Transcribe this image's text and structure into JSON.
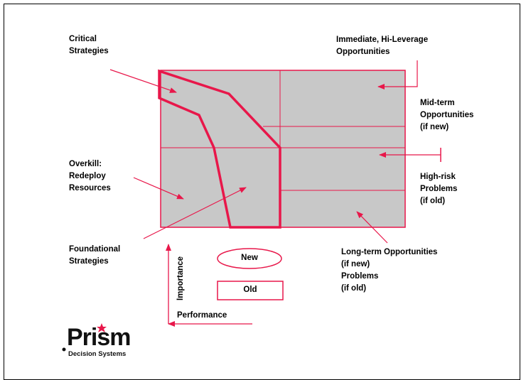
{
  "labels": {
    "critical": "Critical\nStrategies",
    "immediate": "Immediate, Hi-Leverage\nOpportunities",
    "midterm": "Mid-term\nOpportunities\n(if new)",
    "overkill": "Overkill:\nRedeploy\nResources",
    "highrisk": "High-risk\nProblems\n(if old)",
    "foundational": "Foundational\nStrategies",
    "longterm": "Long-term Opportunities\n(if new)\nProblems\n(if old)"
  },
  "axes": {
    "y_label": "Importance",
    "x_label": "Performance"
  },
  "legend": {
    "new": "New",
    "old": "Old"
  },
  "logo": {
    "word": "Prism",
    "subtitle": "Decision Systems"
  },
  "colors": {
    "accent": "#e8174a",
    "grid_fill": "#c8c8c8",
    "text": "#000000"
  }
}
